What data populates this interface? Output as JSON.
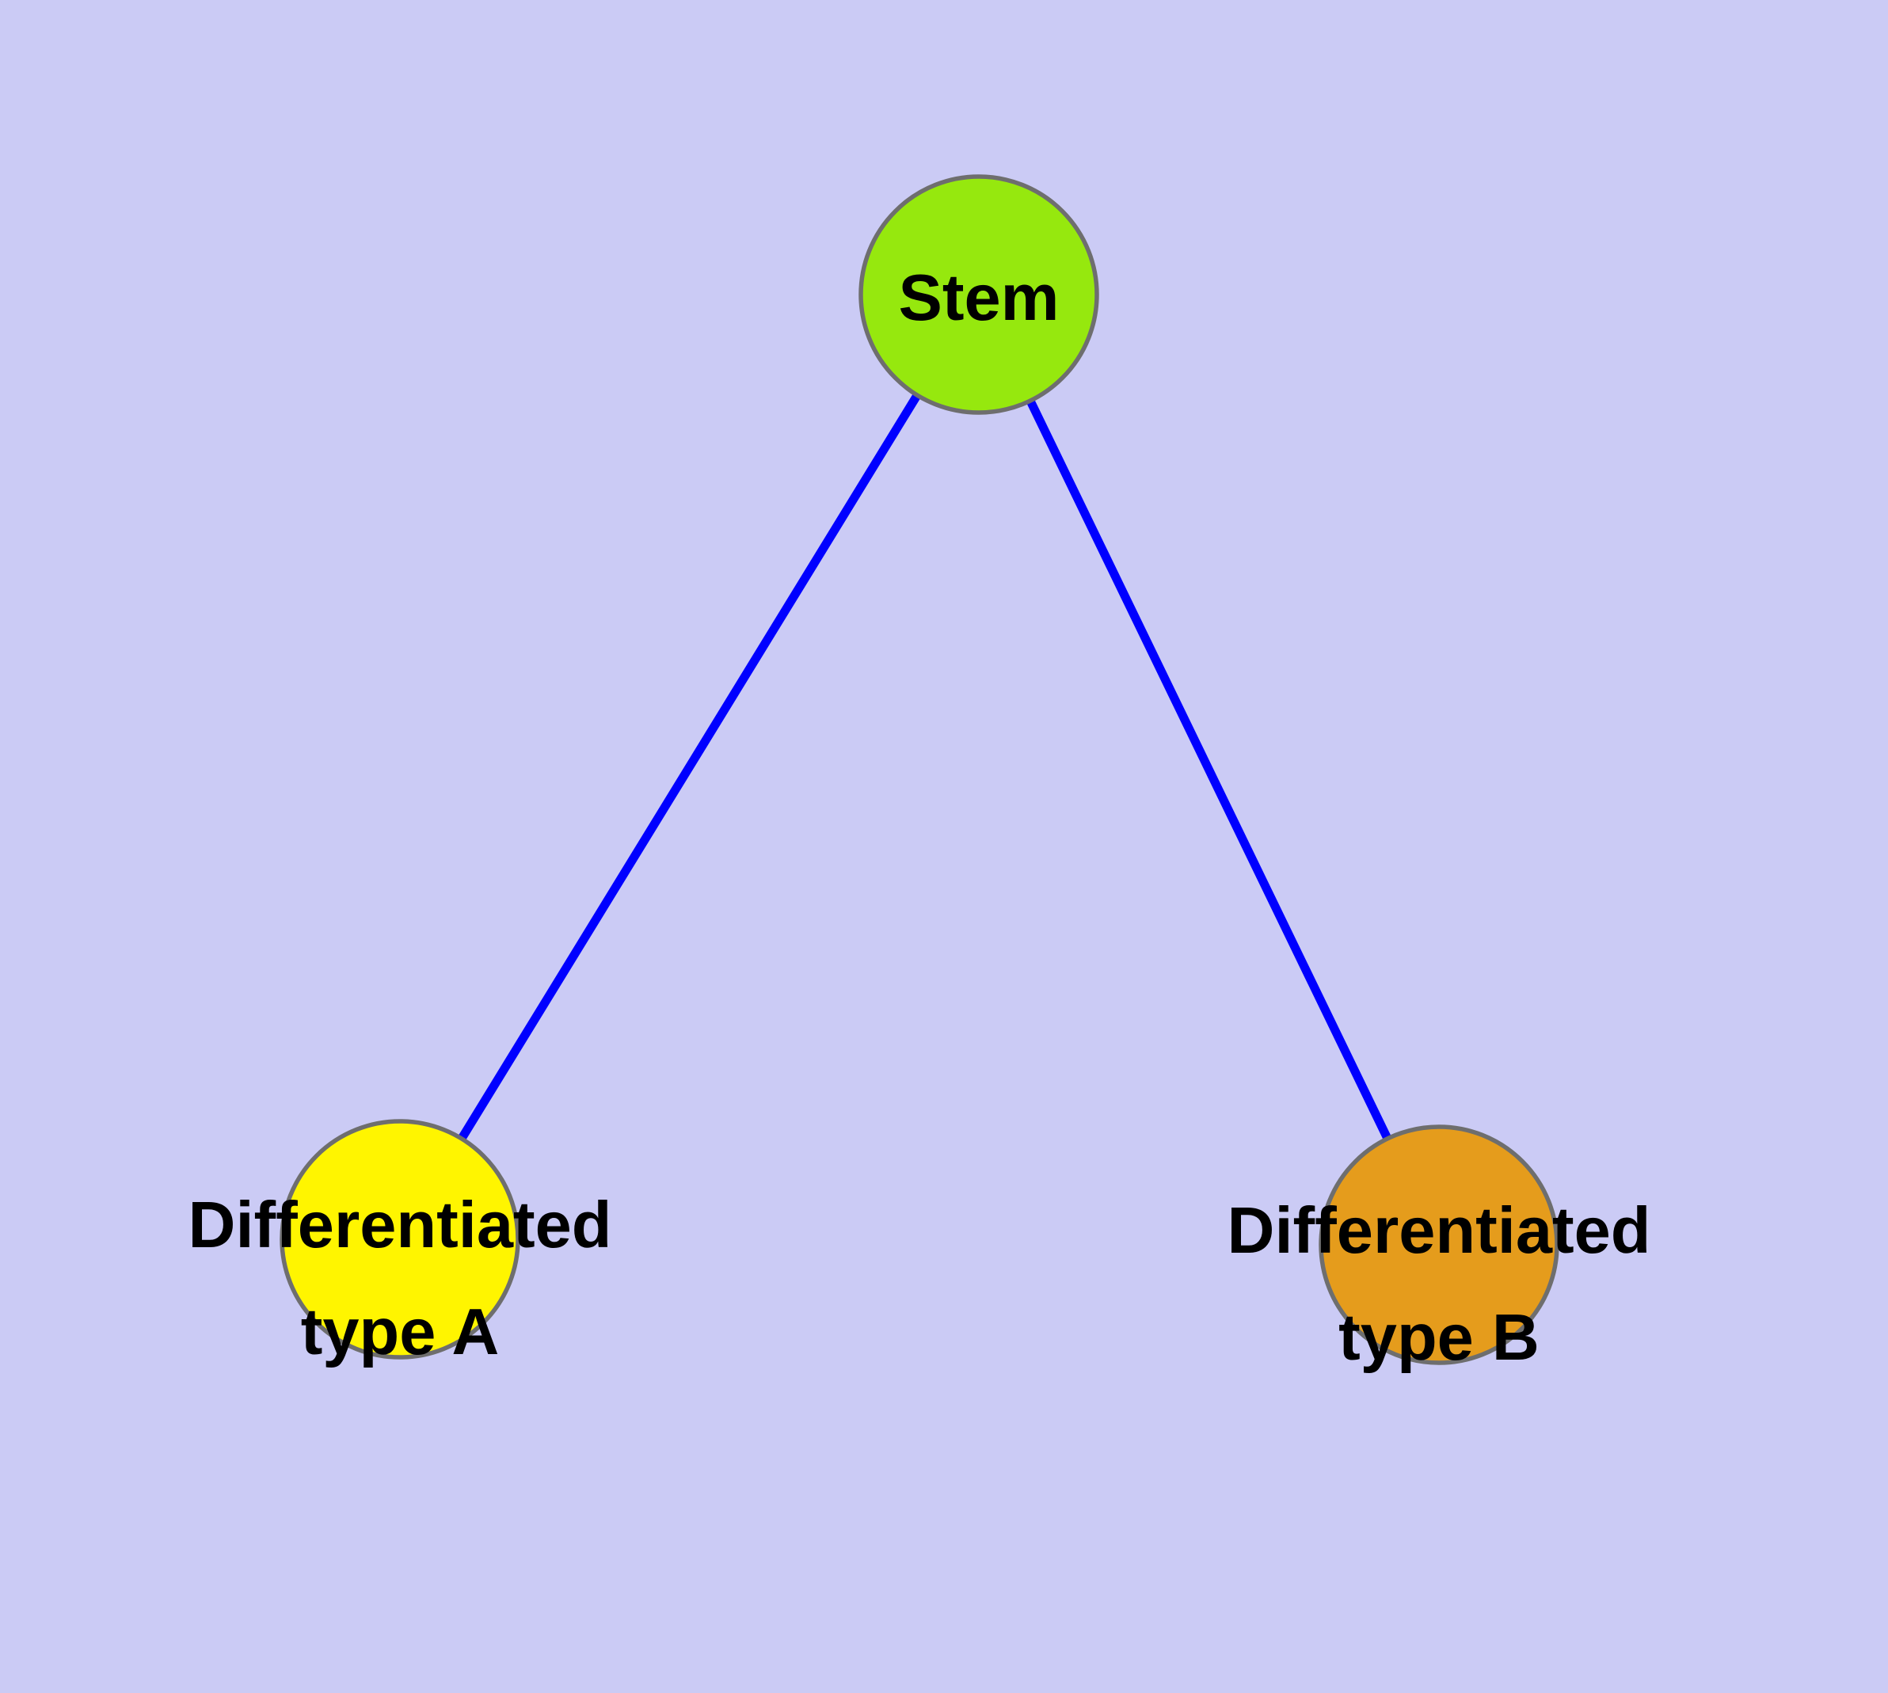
{
  "diagram": {
    "type": "node-edge-graph",
    "description_visible_nodes": 3,
    "description_visible_edges": 2
  },
  "colors": {
    "background": "#CBCBF5",
    "edge": "#0000FF",
    "node_border": "#6E6E6E",
    "label_text": "#000000"
  },
  "nodes": {
    "stem": {
      "label": "Stem",
      "color": "#96E80E"
    },
    "typeA": {
      "label": "Differentiated type A",
      "lines": [
        "Differentiated",
        "type A"
      ],
      "color": "#FFF500"
    },
    "typeB": {
      "label": "Differentiated type B",
      "lines": [
        "Differentiated",
        "type B"
      ],
      "color": "#E59C1C"
    }
  },
  "edges": [
    {
      "from": "Stem",
      "to": "Differentiated type A"
    },
    {
      "from": "Stem",
      "to": "Differentiated type B"
    }
  ]
}
